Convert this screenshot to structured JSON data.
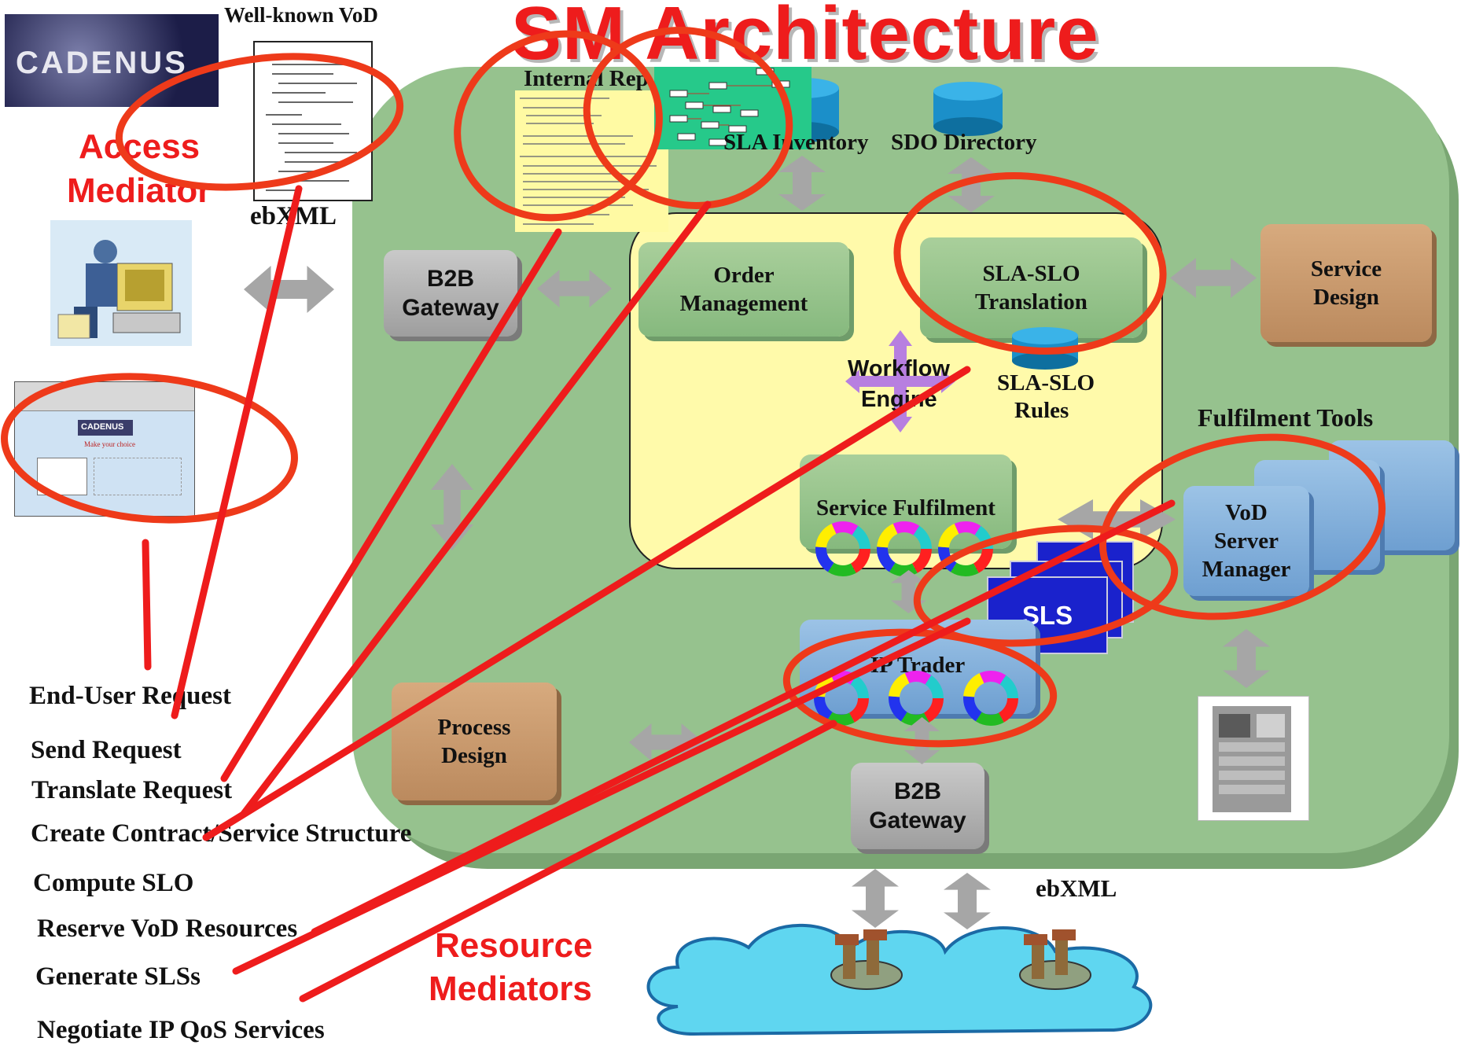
{
  "title": "SM Architecture",
  "logo": "CADENUS",
  "access_mediator": [
    "Access",
    "Mediator"
  ],
  "resource_mediators": [
    "Resource",
    "Mediators"
  ],
  "doc_labels": {
    "well_known_vod": "Well-known VoD",
    "ebxml_top": "ebXML",
    "internal_rep": "Internal Rep",
    "ebxml_bottom": "ebXML"
  },
  "stores": {
    "sla_inventory": "SLA Inventory",
    "sdo_directory": "SDO Directory",
    "sla_slo_rules": [
      "SLA-SLO",
      "Rules"
    ]
  },
  "components": {
    "b2b_gateway_left": [
      "B2B",
      "Gateway"
    ],
    "b2b_gateway_bottom": [
      "B2B",
      "Gateway"
    ],
    "order_management": [
      "Order",
      "Management"
    ],
    "sla_slo_translation": [
      "SLA-SLO",
      "Translation"
    ],
    "workflow_engine": [
      "Workflow",
      "Engine"
    ],
    "service_design": [
      "Service",
      "Design"
    ],
    "process_design": [
      "Process",
      "Design"
    ],
    "service_fulfilment": "Service Fulfilment",
    "ip_trader": "IP Trader",
    "sls": "SLS",
    "fulfilment_tools": "Fulfilment Tools",
    "vod_server_manager": [
      "VoD",
      "Server",
      "Manager"
    ]
  },
  "screenshot_text": {
    "brand": "CADENUS",
    "prompt": "Make your choice"
  },
  "steps": [
    "End-User Request",
    "Send Request",
    "Translate Request",
    "Create Contract/Service Structure",
    "Compute SLO",
    "Reserve VoD Resources",
    "Generate SLSs",
    "Negotiate IP QoS Services"
  ],
  "colors": {
    "platform": "#96c28e",
    "workflow_area": "#fffaaa",
    "highlight": "#ee1c1c",
    "sls": "#1a22cc"
  }
}
